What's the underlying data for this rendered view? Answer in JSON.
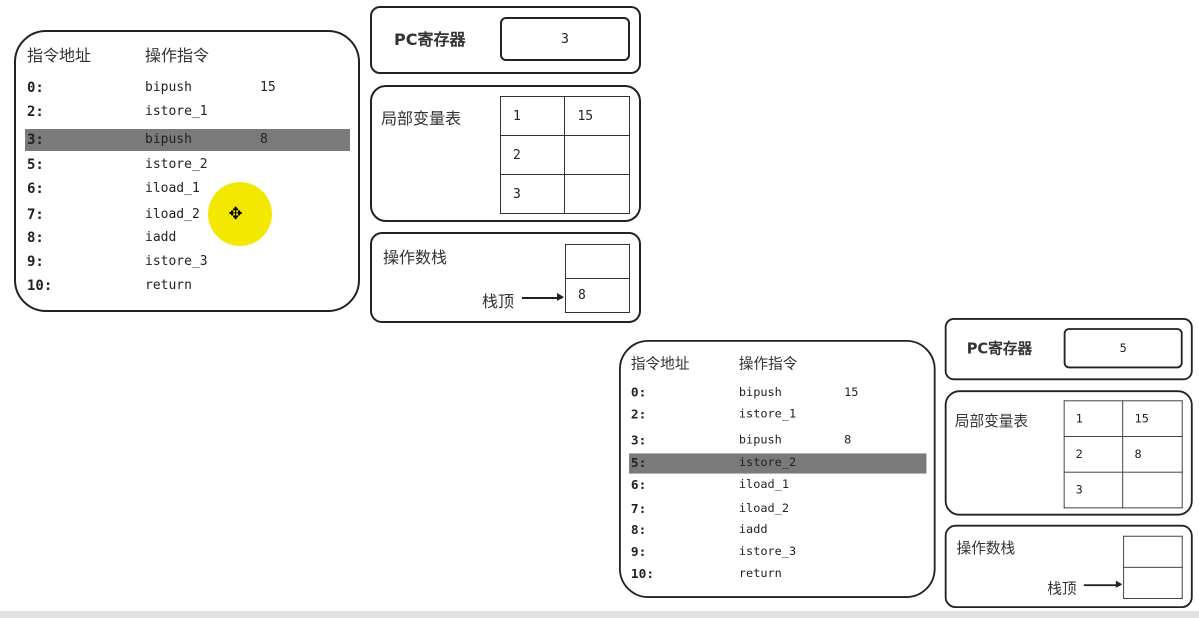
{
  "frames": [
    {
      "header": {
        "address": "指令地址",
        "instruction": "操作指令"
      },
      "current_index": 2,
      "instructions": [
        {
          "addr": "0:",
          "op": "bipush",
          "arg": "15"
        },
        {
          "addr": "2:",
          "op": "istore_1",
          "arg": ""
        },
        {
          "addr": "3:",
          "op": "bipush",
          "arg": "8"
        },
        {
          "addr": "5:",
          "op": "istore_2",
          "arg": ""
        },
        {
          "addr": "6:",
          "op": "iload_1",
          "arg": ""
        },
        {
          "addr": "7:",
          "op": "iload_2",
          "arg": ""
        },
        {
          "addr": "8:",
          "op": "iadd",
          "arg": ""
        },
        {
          "addr": "9:",
          "op": "istore_3",
          "arg": ""
        },
        {
          "addr": "10:",
          "op": "return",
          "arg": ""
        }
      ],
      "pc": {
        "label": "PC寄存器",
        "value": "3"
      },
      "locals": {
        "label": "局部变量表",
        "rows": [
          [
            "1",
            "15"
          ],
          [
            "2",
            ""
          ],
          [
            "3",
            ""
          ]
        ]
      },
      "stack": {
        "label": "操作数栈",
        "top_label": "栈顶",
        "slots": [
          "",
          "8"
        ]
      }
    },
    {
      "header": {
        "address": "指令地址",
        "instruction": "操作指令"
      },
      "current_index": 3,
      "instructions": [
        {
          "addr": "0:",
          "op": "bipush",
          "arg": "15"
        },
        {
          "addr": "2:",
          "op": "istore_1",
          "arg": ""
        },
        {
          "addr": "3:",
          "op": "bipush",
          "arg": "8"
        },
        {
          "addr": "5:",
          "op": "istore_2",
          "arg": ""
        },
        {
          "addr": "6:",
          "op": "iload_1",
          "arg": ""
        },
        {
          "addr": "7:",
          "op": "iload_2",
          "arg": ""
        },
        {
          "addr": "8:",
          "op": "iadd",
          "arg": ""
        },
        {
          "addr": "9:",
          "op": "istore_3",
          "arg": ""
        },
        {
          "addr": "10:",
          "op": "return",
          "arg": ""
        }
      ],
      "pc": {
        "label": "PC寄存器",
        "value": "5"
      },
      "locals": {
        "label": "局部变量表",
        "rows": [
          [
            "1",
            "15"
          ],
          [
            "2",
            "8"
          ],
          [
            "3",
            ""
          ]
        ]
      },
      "stack": {
        "label": "操作数栈",
        "top_label": "栈顶",
        "slots": [
          "",
          ""
        ]
      }
    }
  ],
  "colors": {
    "highlight": "#7a7a7a",
    "cursor_spot": "#f4e800"
  },
  "cursor_icon": "move-cursor-icon"
}
